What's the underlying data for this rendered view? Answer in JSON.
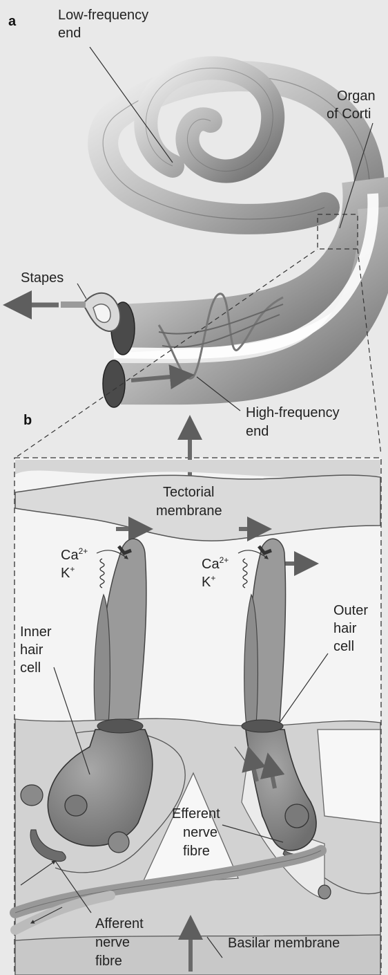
{
  "panels": {
    "a": "a",
    "b": "b"
  },
  "labels": {
    "low_frequency_end": [
      "Low-frequency",
      "end"
    ],
    "organ_of_corti": [
      "Organ",
      "of Corti"
    ],
    "stapes": "Stapes",
    "high_frequency_end": [
      "High-frequency",
      "end"
    ],
    "tectorial_membrane": [
      "Tectorial",
      "membrane"
    ],
    "ions_left": {
      "ca": "Ca",
      "ca_charge": "2+",
      "k": "K",
      "k_charge": "+"
    },
    "ions_right": {
      "ca": "Ca",
      "ca_charge": "2+",
      "k": "K",
      "k_charge": "+"
    },
    "inner_hair_cell": [
      "Inner",
      "hair",
      "cell"
    ],
    "outer_hair_cell": [
      "Outer",
      "hair",
      "cell"
    ],
    "efferent_nerve_fibre": [
      "Efferent",
      "nerve",
      "fibre"
    ],
    "afferent_nerve_fibre": [
      "Afferent",
      "nerve",
      "fibre"
    ],
    "basilar_membrane": "Basilar membrane"
  },
  "colors": {
    "background": "#e9e9e9",
    "tissue_light": "#d8d8d8",
    "tissue_mid": "#b4b4b4",
    "cell_dark": "#8a8a8a",
    "arrow": "#6a6a6a",
    "outline": "#333333"
  }
}
